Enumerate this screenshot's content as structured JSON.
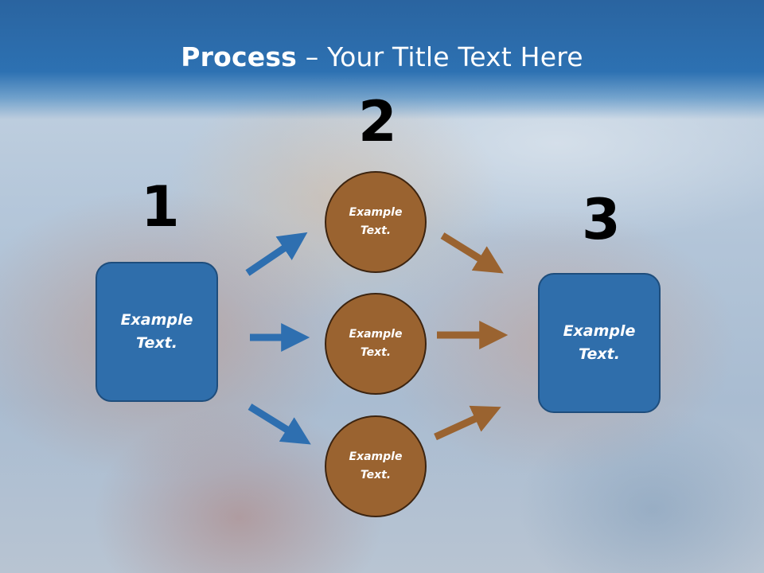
{
  "slide": {
    "title_bold": "Process",
    "title_rest": " – Your Title Text Here"
  },
  "steps": {
    "one": "1",
    "two": "2",
    "three": "3"
  },
  "left_box": {
    "text_line1": "Example",
    "text_line2": "Text."
  },
  "right_box": {
    "text_line1": "Example",
    "text_line2": "Text."
  },
  "circles": [
    {
      "line1": "Example",
      "line2": "Text."
    },
    {
      "line1": "Example",
      "line2": "Text."
    },
    {
      "line1": "Example",
      "line2": "Text."
    }
  ],
  "colors": {
    "header_blue": "#2d71b2",
    "box_blue": "#2f6eab",
    "circle_brown": "#9a6330",
    "arrow_blue": "#2e6fb0",
    "arrow_brown": "#9a6330"
  }
}
